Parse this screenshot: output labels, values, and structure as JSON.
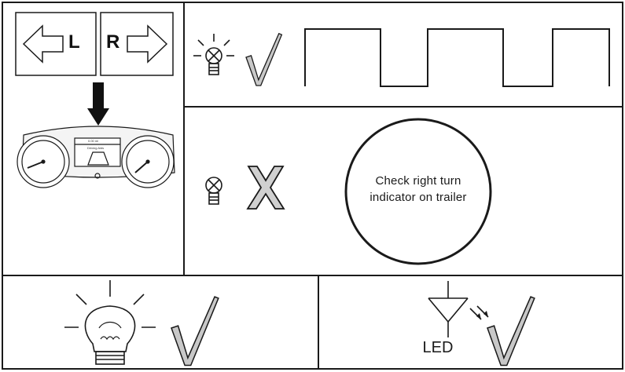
{
  "left_panel": {
    "left_arrow_letter": "L",
    "right_arrow_letter": "R",
    "instrument_cluster": {
      "odometer": "0.00 mi",
      "screen_title": "Driving Aids"
    }
  },
  "rows": {
    "working": {
      "status_icon": "check-mark-icon",
      "signal": "square-wave"
    },
    "failed": {
      "status_icon": "cross-mark-icon",
      "message": "Check right turn\nindicator on trailer"
    }
  },
  "bottom": {
    "incandescent": {
      "status_icon": "check-mark-icon"
    },
    "led": {
      "label": "LED",
      "status_icon": "check-mark-icon"
    }
  },
  "colors": {
    "line": "#1a1a1a",
    "check_fill": "#c8c8c8",
    "cross_fill": "#d0d0d0"
  }
}
